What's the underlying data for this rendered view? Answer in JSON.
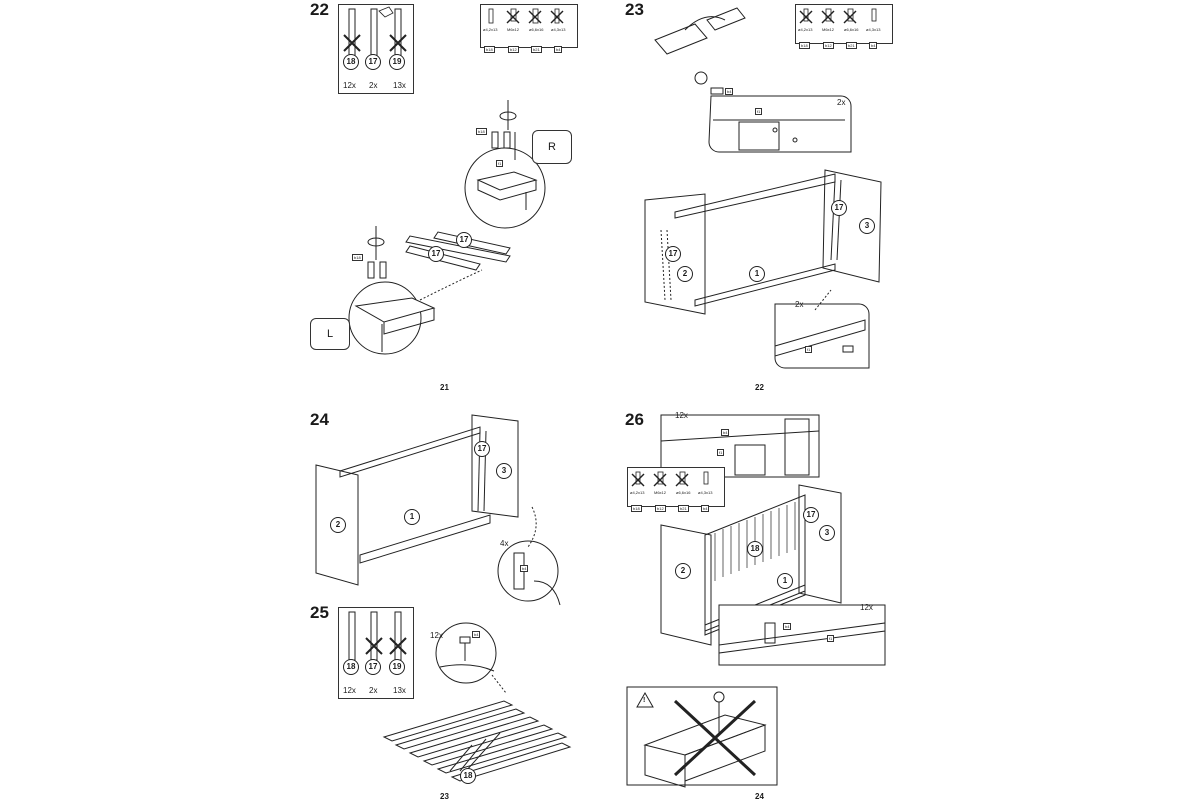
{
  "steps": {
    "s22": {
      "number": "22",
      "qty": [
        "12x",
        "2x",
        "13x"
      ],
      "parts": [
        "18",
        "17",
        "19"
      ],
      "letter_r": "R",
      "letter_l": "L",
      "fitting_labels": [
        "ø4,2x13",
        "M6x12",
        "ø6,6x16",
        "ø4,3x13"
      ],
      "fitting_codes": [
        "b18",
        "b12",
        "b21",
        "b4"
      ],
      "callouts": [
        "17",
        "17"
      ],
      "screw_tag": "b18",
      "screw_tag2": "b18",
      "part_tag": "f1"
    },
    "s23": {
      "number": "23",
      "fitting_labels": [
        "ø4,2x13",
        "M6x12",
        "ø6,6x16",
        "ø4,3x13"
      ],
      "fitting_codes": [
        "b18",
        "b12",
        "b21",
        "b4"
      ],
      "count_top": "2x",
      "count_bottom": "2x",
      "screw_tag": "b4",
      "part_tag": "f1",
      "part_tag2": "f1",
      "callouts": [
        "17",
        "17",
        "3",
        "2",
        "1"
      ]
    },
    "s24": {
      "number": "24",
      "count": "4x",
      "callouts": [
        "17",
        "3",
        "2",
        "1"
      ],
      "tool_tag": "b4"
    },
    "s25": {
      "number": "25",
      "qty": [
        "12x",
        "2x",
        "13x"
      ],
      "parts": [
        "18",
        "17",
        "19"
      ],
      "count": "12x",
      "screw_tag": "b4",
      "callout": "18"
    },
    "s26": {
      "number": "26",
      "count_top": "12x",
      "count_bottom": "12x",
      "fitting_labels": [
        "ø4,2x13",
        "M6x12",
        "ø6,6x16",
        "ø4,3x13"
      ],
      "fitting_codes": [
        "b18",
        "b12",
        "b21",
        "b4"
      ],
      "screw_tag": "b4",
      "part_tag": "f1",
      "callouts": [
        "18",
        "17",
        "3",
        "2",
        "1"
      ],
      "tag_b4": "b4",
      "tag_f1": "f1"
    }
  },
  "page_numbers": [
    "21",
    "22",
    "23",
    "24"
  ],
  "warning_symbol": "!"
}
